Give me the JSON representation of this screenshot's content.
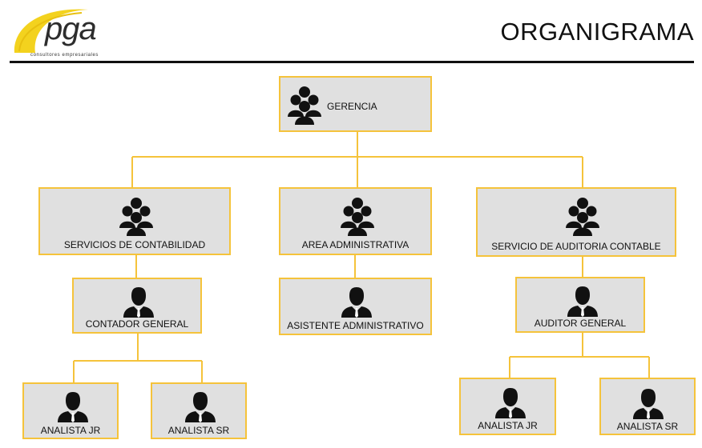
{
  "header": {
    "title": "ORGANIGRAMA",
    "logo_text": "pga",
    "logo_tagline": "consultores empresariales"
  },
  "colors": {
    "connector": "#f5c33b",
    "node_fill": "#e0e0e0",
    "node_border": "#f5c33b",
    "icon": "#111111",
    "logo_arc": "#f3d21e"
  },
  "org": {
    "gerencia": {
      "label": "GERENCIA",
      "icon": "group-icon"
    },
    "contabilidad": {
      "label": "SERVICIOS DE CONTABILIDAD",
      "icon": "group-icon"
    },
    "administrativa": {
      "label": "AREA ADMINISTRATIVA",
      "icon": "group-icon"
    },
    "auditoria": {
      "label": "SERVICIO DE AUDITORIA CONTABLE",
      "icon": "group-icon"
    },
    "contador": {
      "label": "CONTADOR GENERAL",
      "icon": "person-icon"
    },
    "asistente": {
      "label": "ASISTENTE ADMINISTRATIVO",
      "icon": "person-icon"
    },
    "auditor": {
      "label": "AUDITOR GENERAL",
      "icon": "person-icon"
    },
    "analista_jr_1": {
      "label": "ANALISTA JR",
      "icon": "person-icon"
    },
    "analista_sr_1": {
      "label": "ANALISTA SR",
      "icon": "person-icon"
    },
    "analista_jr_2": {
      "label": "ANALISTA JR",
      "icon": "person-icon"
    },
    "analista_sr_2": {
      "label": "ANALISTA SR",
      "icon": "person-icon"
    }
  }
}
